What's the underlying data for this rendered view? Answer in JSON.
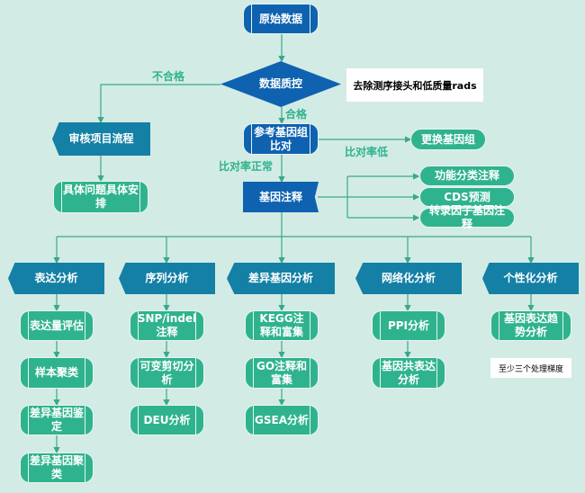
{
  "nodes": {
    "raw_data": "原始数据",
    "qc": "数据质控",
    "qc_note": "去除测序接头和低质量rads",
    "fail": "不合格",
    "pass": "合格",
    "review": "审核项目流程",
    "specific": "具体问题具体安排",
    "align": "参考基因组比对",
    "change_genome": "更换基因组",
    "low_rate": "比对率低",
    "normal_rate": "比对率正常",
    "annotation": "基因注释",
    "func_anno": "功能分类注释",
    "cds": "CDS预测",
    "tf_anno": "转录因子基因注释"
  },
  "columns": [
    {
      "title": "表达分析",
      "items": [
        "表达量评估",
        "样本聚类",
        "差异基因鉴定",
        "差异基因聚类"
      ]
    },
    {
      "title": "序列分析",
      "items": [
        "SNP/indel注释",
        "可变剪切分析",
        "DEU分析"
      ]
    },
    {
      "title": "差异基因分析",
      "items": [
        "KEGG注释和富集",
        "GO注释和富集",
        "GSEA分析"
      ]
    },
    {
      "title": "网络化分析",
      "items": [
        "PPI分析",
        "基因共表达分析"
      ]
    },
    {
      "title": "个性化分析",
      "items": [
        "基因表达趋势分析"
      ],
      "note": "至少三个处理梯度"
    }
  ],
  "colors": {
    "blue": "#0e62b0",
    "teal": "#1480a5",
    "green": "#2fb38e",
    "background": "#d3ebe5"
  }
}
